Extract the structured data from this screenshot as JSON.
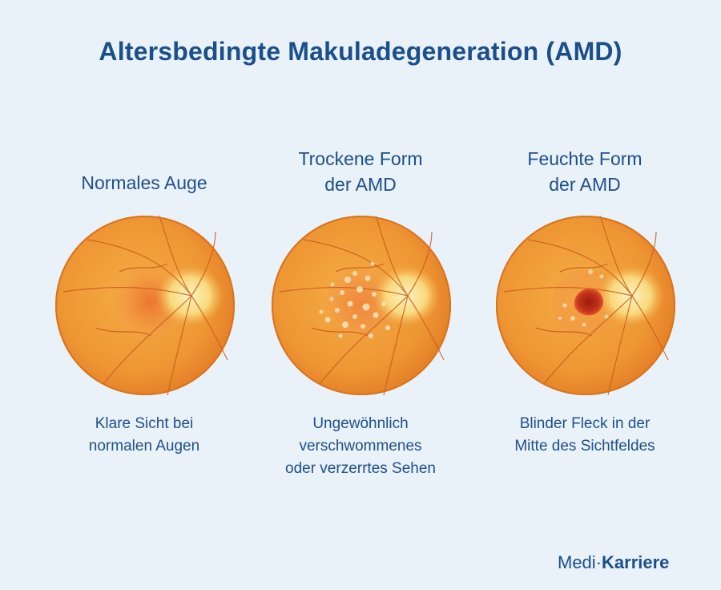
{
  "title": "Altersbedingte Makuladegeneration (AMD)",
  "columns": [
    {
      "heading": [
        "Normales Auge"
      ],
      "caption": [
        "Klare Sicht bei",
        "normalen Augen"
      ],
      "variant": "normal"
    },
    {
      "heading": [
        "Trockene Form",
        "der AMD"
      ],
      "caption": [
        "Ungewöhnlich",
        "verschwommenes",
        "oder verzerrtes Sehen"
      ],
      "variant": "dry"
    },
    {
      "heading": [
        "Feuchte Form",
        "der AMD"
      ],
      "caption": [
        "Blinder Fleck in der",
        "Mitte des Sichtfeldes"
      ],
      "variant": "wet"
    }
  ],
  "brand": {
    "part1": "Medi",
    "separator": "·",
    "part2": "Karriere"
  },
  "colors": {
    "background": "#e9f1f9",
    "text": "#1f5088",
    "fundus_outer": "#e8862a",
    "fundus_inner": "#f2a53c",
    "optic_disc": "#fbe9a6",
    "drusen": "#f6d7a8",
    "lesion": "#b62a12"
  }
}
